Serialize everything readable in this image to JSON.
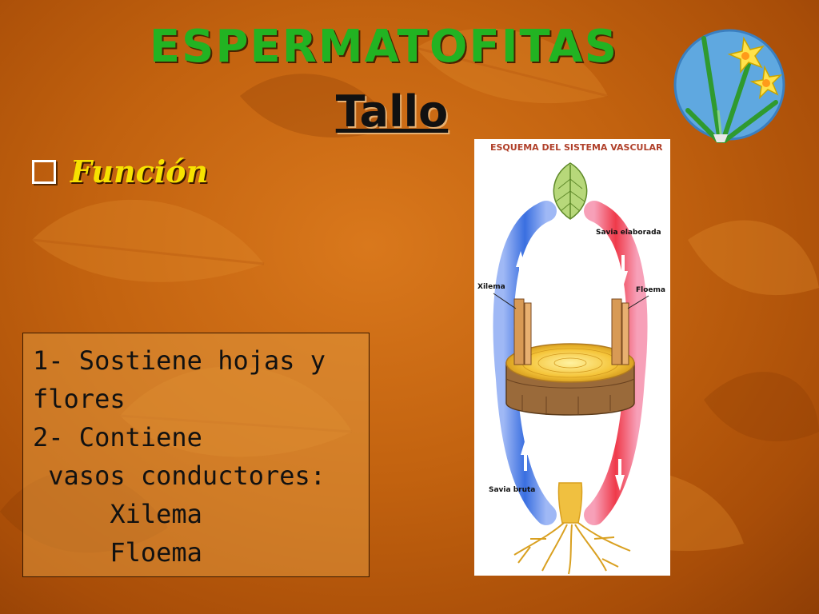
{
  "slide": {
    "title": "ESPERMATOFITAS",
    "subtitle": "Tallo",
    "bullet": {
      "label": "Función"
    },
    "textbox": {
      "lines": [
        "1- Sostiene hojas y",
        "flores",
        "2- Contiene",
        " vasos conductores:",
        "     Xilema",
        "     Floema"
      ]
    },
    "diagram": {
      "title": "ESQUEMA DEL SISTEMA VASCULAR",
      "labels": {
        "savia_elaborada": "Savia elaborada",
        "xilema": "Xilema",
        "floema": "Floema",
        "savia_bruta": "Savia bruta"
      }
    }
  },
  "colors": {
    "title_green": "#22b322",
    "bullet_yellow": "#f7e200",
    "xylem_blue": "#3a6fe0",
    "phloem_red": "#ef3a4a"
  },
  "icons": {
    "bullet": "checkbox-icon",
    "decoration": "daffodil-icon",
    "leaf": "leaf-icon",
    "root": "root-icon",
    "stem": "stem-section-icon"
  }
}
